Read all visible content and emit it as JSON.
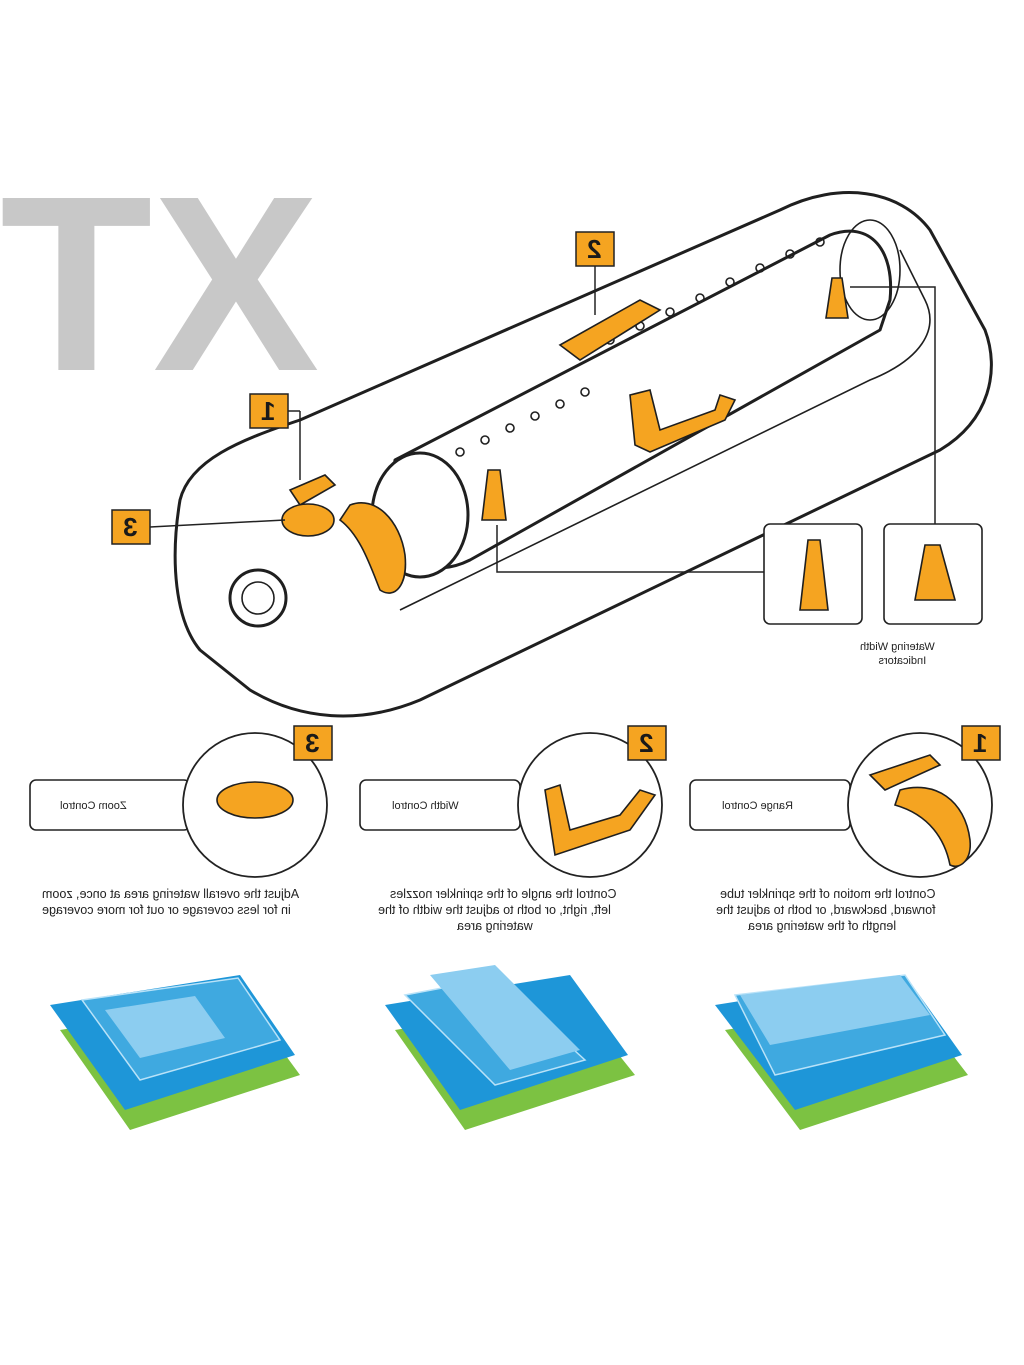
{
  "logo": {
    "text": "XT",
    "color": "#c8c8c8"
  },
  "accent_color": "#f5a421",
  "callouts": [
    {
      "number": "1"
    },
    {
      "number": "2"
    },
    {
      "number": "3"
    }
  ],
  "indicator_label": {
    "line1": "Watering Width",
    "line2": "Indicators"
  },
  "controls": [
    {
      "number": "3",
      "label": "Zoom Control",
      "desc1": "Adjust the overall watering area at once, zoom",
      "desc2": "in for less coverage or out for more coverage",
      "desc3": ""
    },
    {
      "number": "2",
      "label": "Width Control",
      "desc1": "Control the angle of the sprinkler nozzles",
      "desc2": "left, right, or both to adjust the width of the",
      "desc3": "watering area"
    },
    {
      "number": "1",
      "label": "Range Control",
      "desc1": "Control the motion of the sprinkler tube",
      "desc2": "forward, backward, or both to adjust the",
      "desc3": "length of the watering area"
    }
  ],
  "coverage_colors": {
    "ground": "#7cc242",
    "outer": "#1e96d8",
    "inner": "#8ccdf0",
    "top": "#b9e2f8"
  }
}
